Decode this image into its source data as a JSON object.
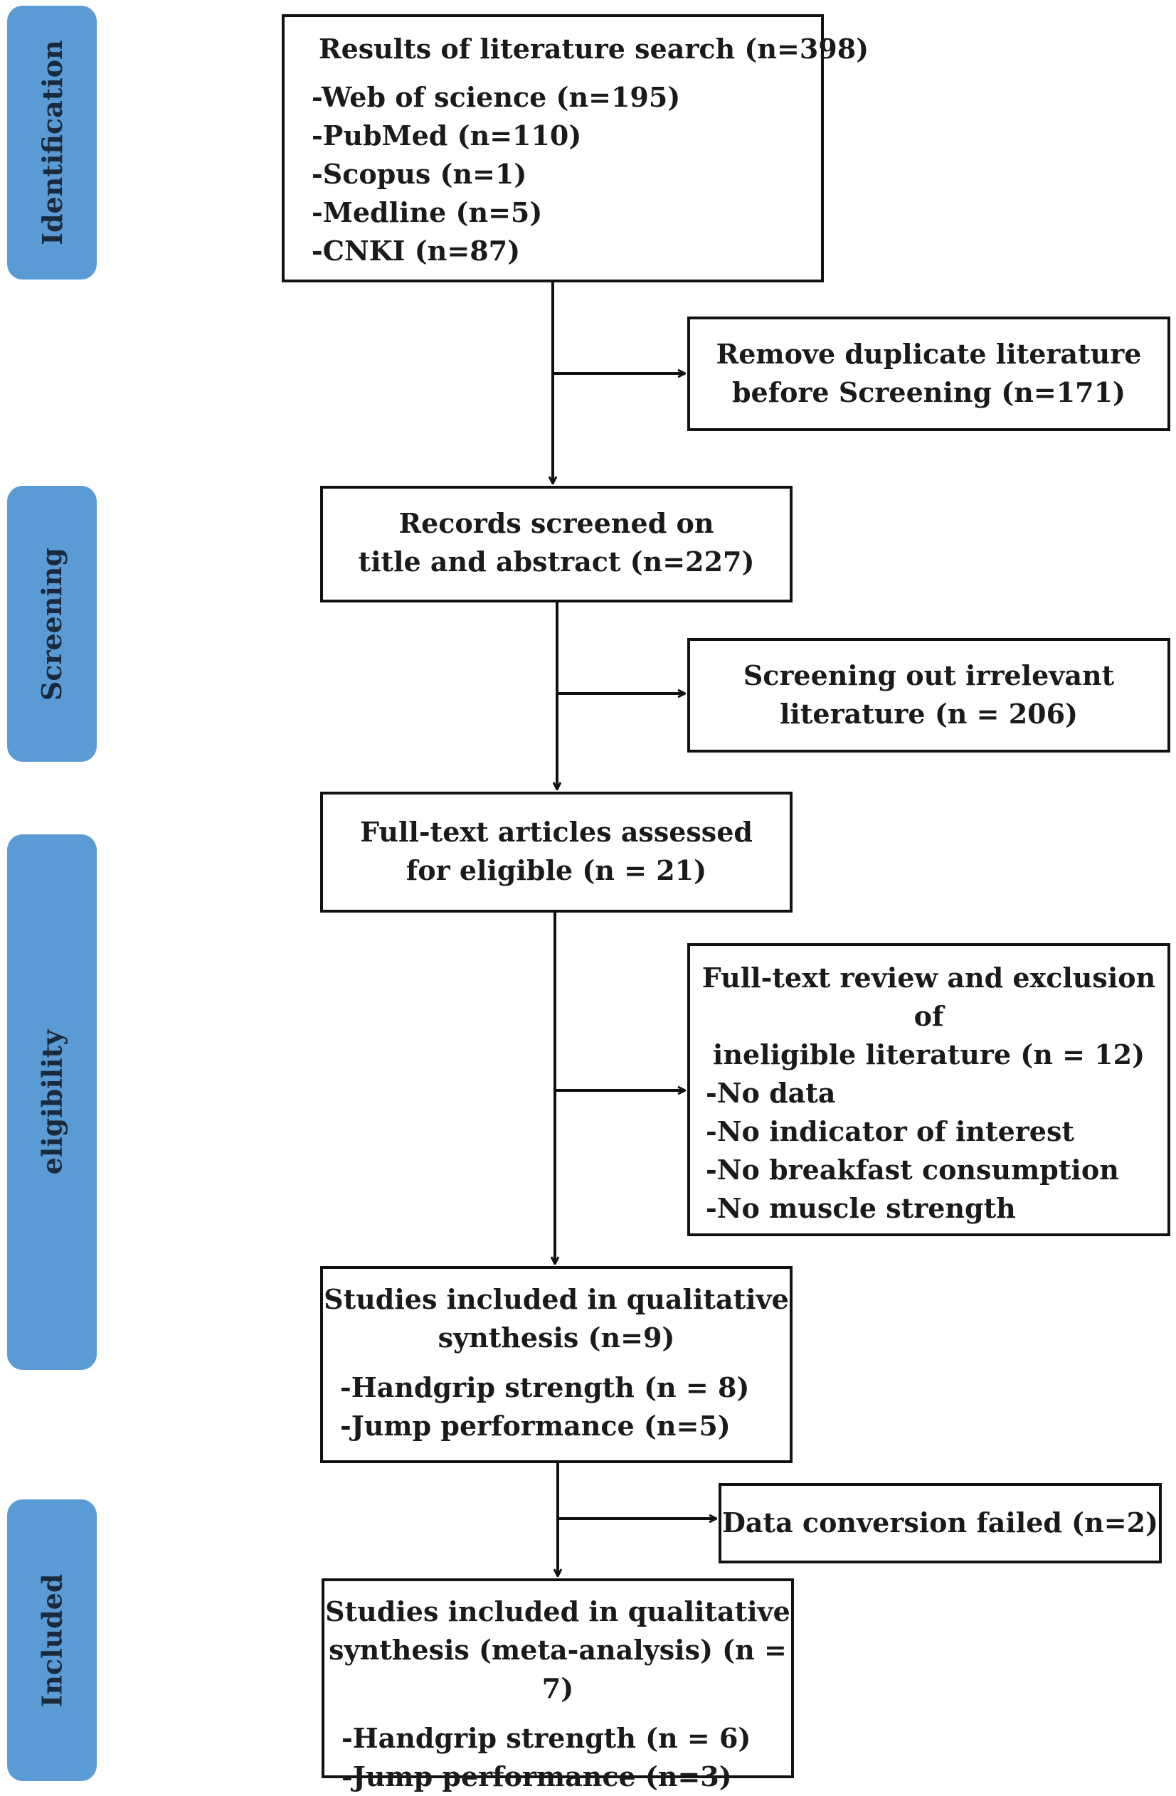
{
  "phases": [
    {
      "label": "Identification"
    },
    {
      "label": "Screening"
    },
    {
      "label": "eligibility"
    },
    {
      "label": "Included"
    }
  ],
  "boxes": {
    "search": {
      "title": "Results of literature search (n=398)",
      "items": [
        "-Web of science (n=195)",
        "-PubMed (n=110)",
        "-Scopus (n=1)",
        "-Medline (n=5)",
        "-CNKI (n=87)"
      ]
    },
    "duplicates": {
      "lines": [
        "Remove duplicate literature",
        "before Screening (n=171)"
      ]
    },
    "screened": {
      "lines": [
        "Records screened on",
        "title and abstract (n=227)"
      ]
    },
    "irrelevant": {
      "lines": [
        "Screening out irrelevant",
        "literature (n = 206)"
      ]
    },
    "fulltext": {
      "lines": [
        "Full-text articles assessed",
        "for eligible (n = 21)"
      ]
    },
    "excluded": {
      "lines": [
        "Full-text review and exclusion of",
        "ineligible literature (n = 12)"
      ],
      "items": [
        "-No data",
        "-No indicator of interest",
        "-No breakfast consumption",
        "-No muscle strength"
      ]
    },
    "qualitative": {
      "lines": [
        "Studies included in qualitative",
        "synthesis (n=9)"
      ],
      "items": [
        "-Handgrip strength (n = 8)",
        "-Jump performance (n=5)"
      ]
    },
    "conversion": {
      "lines": [
        "Data conversion failed (n=2)"
      ]
    },
    "meta": {
      "lines": [
        "Studies included in qualitative",
        "synthesis (meta-analysis) (n = 7)"
      ],
      "items": [
        "-Handgrip strength (n = 6)",
        "-Jump performance (n=3)"
      ]
    }
  }
}
